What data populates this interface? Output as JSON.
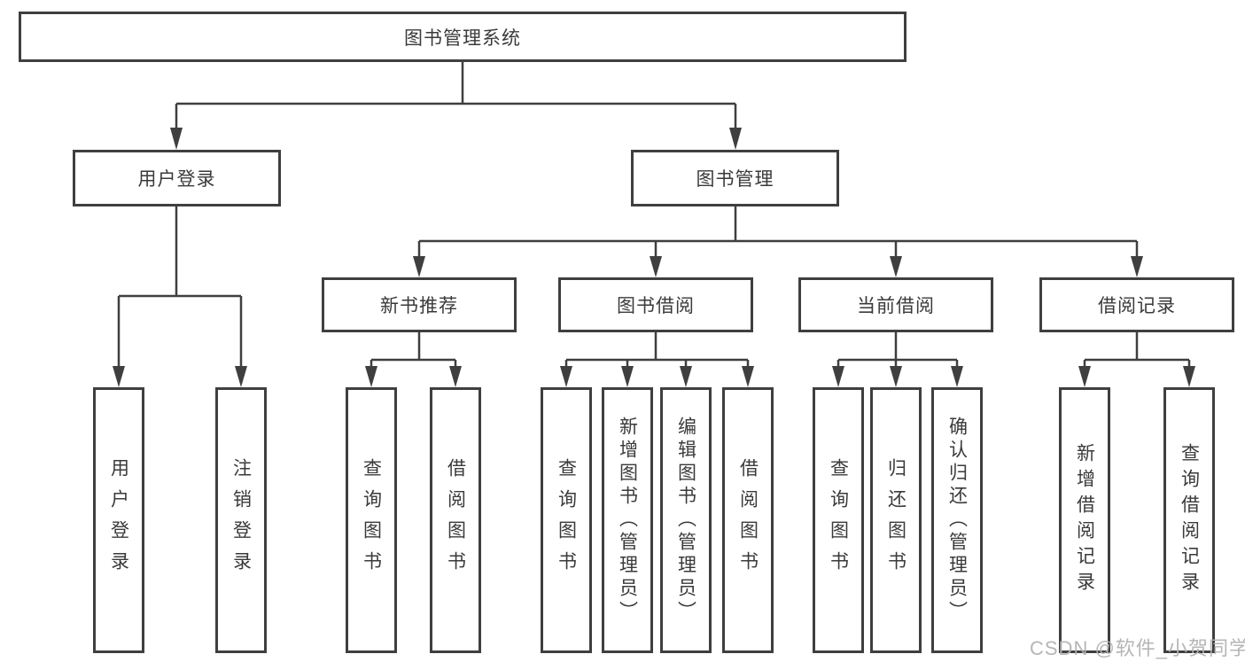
{
  "nodes": {
    "root": "图书管理系统",
    "user_login": "用户登录",
    "book_mgmt": "图书管理",
    "new_book_rec": "新书推荐",
    "book_borrow": "图书借阅",
    "current_borrow": "当前借阅",
    "borrow_record": "借阅记录",
    "leaf_user_login": "用户登录",
    "leaf_logout": "注销登录",
    "rec_query_book": "查询图书",
    "rec_borrow_book": "借阅图书",
    "bb_query_book": "查询图书",
    "bb_add_book": "新增图书（管理员）",
    "bb_edit_book": "编辑图书（管理员）",
    "bb_borrow_book": "借阅图书",
    "cb_query_book": "查询图书",
    "cb_return_book": "归还图书",
    "cb_confirm_return": "确认归还（管理员）",
    "br_add_record": "新增借阅记录",
    "br_query_record": "查询借阅记录"
  },
  "colors": {
    "line": "#3f3f3f",
    "text": "#3a3a3a",
    "watermark": "#b2b2b2"
  },
  "watermark": "CSDN @软件_小贺同学"
}
